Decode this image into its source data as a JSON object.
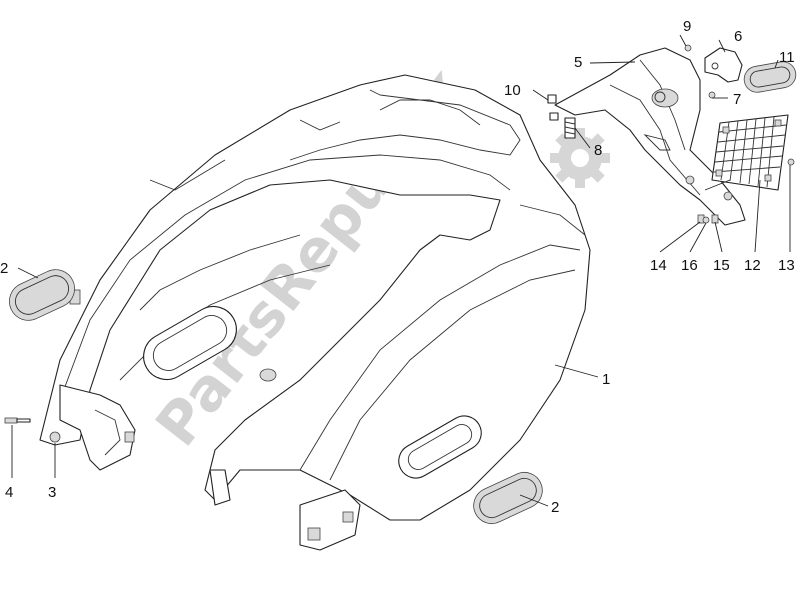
{
  "watermark": "PartsRepublik",
  "callouts": {
    "c1": "1",
    "c2a": "2",
    "c2b": "2",
    "c3": "3",
    "c4": "4",
    "c5": "5",
    "c6": "6",
    "c7": "7",
    "c8": "8",
    "c9": "9",
    "c10": "10",
    "c11": "11",
    "c12": "12",
    "c13": "13",
    "c14": "14",
    "c15": "15",
    "c16": "16"
  },
  "icons": {
    "watermark_logo": "gear-icon"
  }
}
